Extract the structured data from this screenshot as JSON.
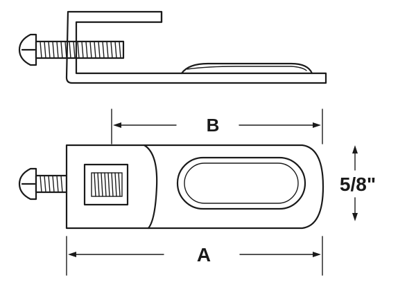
{
  "dimensions": {
    "overall_length_label": "A",
    "slot_span_label": "B",
    "width_label": "5/8\""
  },
  "colors": {
    "ink": "#1a1a1a",
    "background": "#ffffff"
  }
}
